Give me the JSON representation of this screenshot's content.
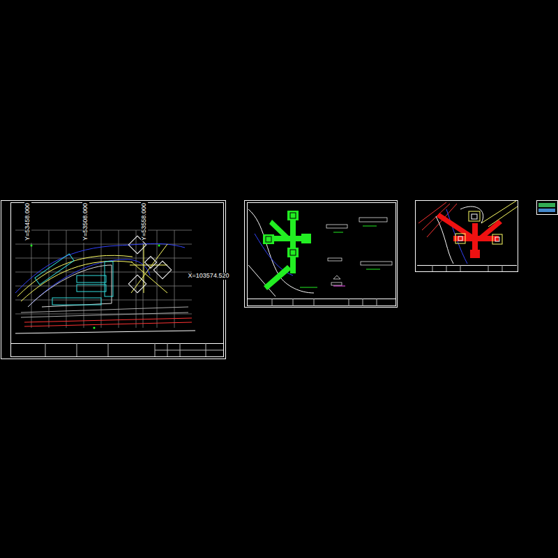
{
  "diagram": {
    "labels": [
      "Y=53458.000",
      "Y=53508.000",
      "Y=53558.000",
      "X=103574.520"
    ]
  }
}
